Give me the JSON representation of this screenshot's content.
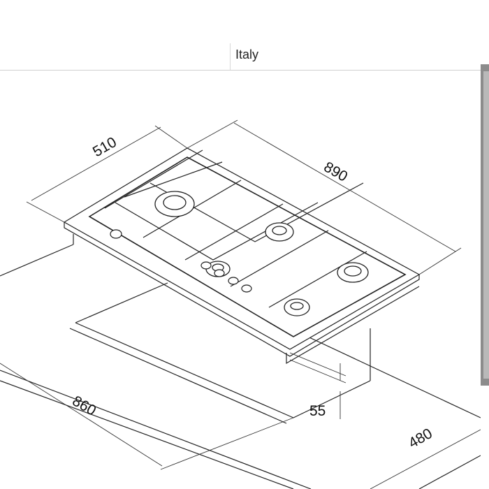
{
  "header": {
    "country": "Italy"
  },
  "drawing": {
    "dimensions": {
      "hob_depth": "510",
      "hob_width": "890",
      "cutout_width": "860",
      "cutout_depth": "480",
      "hob_height": "55"
    },
    "line_color": "#222222"
  }
}
